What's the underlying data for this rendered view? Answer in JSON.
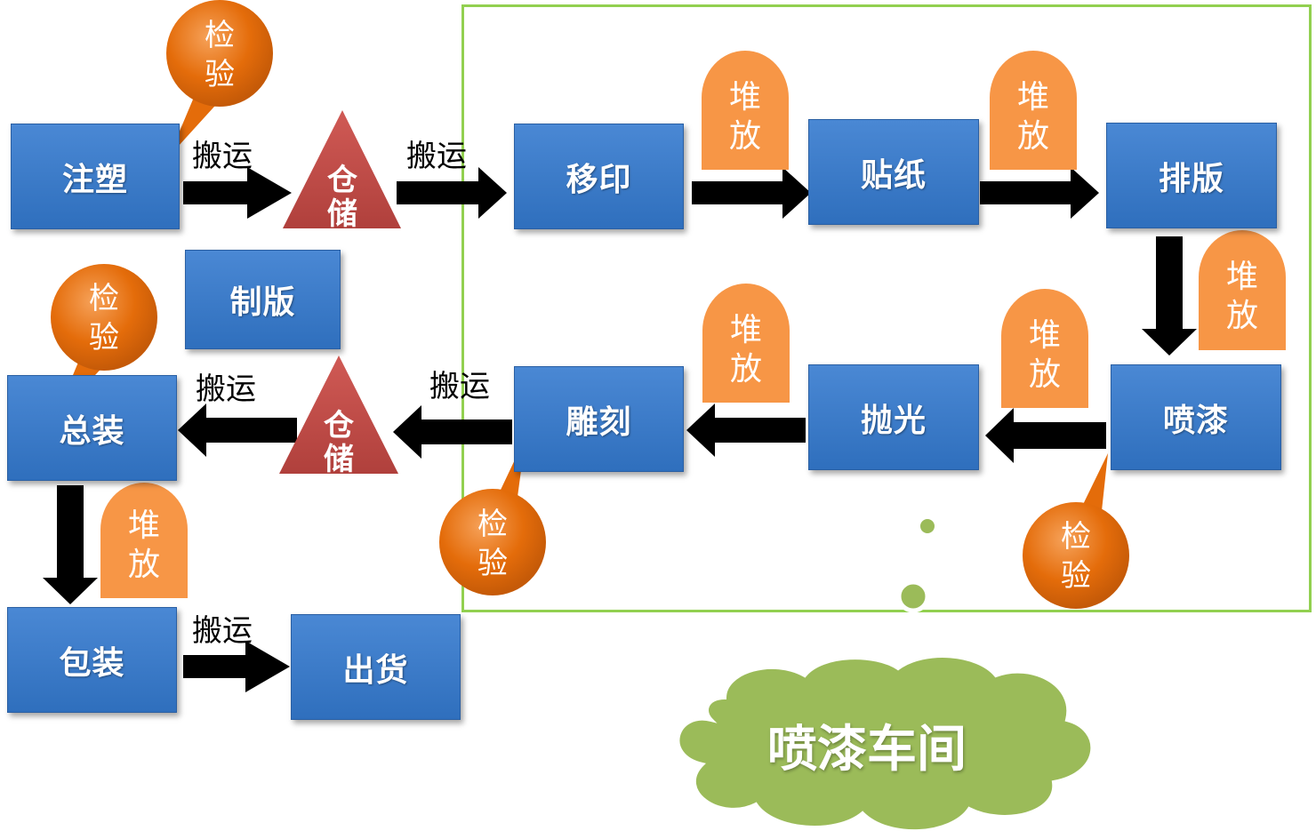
{
  "title": "喷漆车间",
  "boxes": {
    "injection": "注塑",
    "pad_print": "移印",
    "sticker": "贴纸",
    "typeset": "排版",
    "plate_making": "制版",
    "assembly": "总装",
    "engrave": "雕刻",
    "polish": "抛光",
    "spray": "喷漆",
    "pack": "包装",
    "ship": "出货"
  },
  "storage_label": [
    "仓",
    "储"
  ],
  "transport_label": "搬运",
  "inspect_label": [
    "检",
    "验"
  ],
  "stack_label": [
    "堆",
    "放"
  ],
  "colors": {
    "box": "#3a7bcb",
    "arrow": "#000000",
    "storage": "#c0504d",
    "inspect": "#e46c0a",
    "stack": "#f79646",
    "workshop_border": "#92d050",
    "cloud": "#9bbb59"
  }
}
